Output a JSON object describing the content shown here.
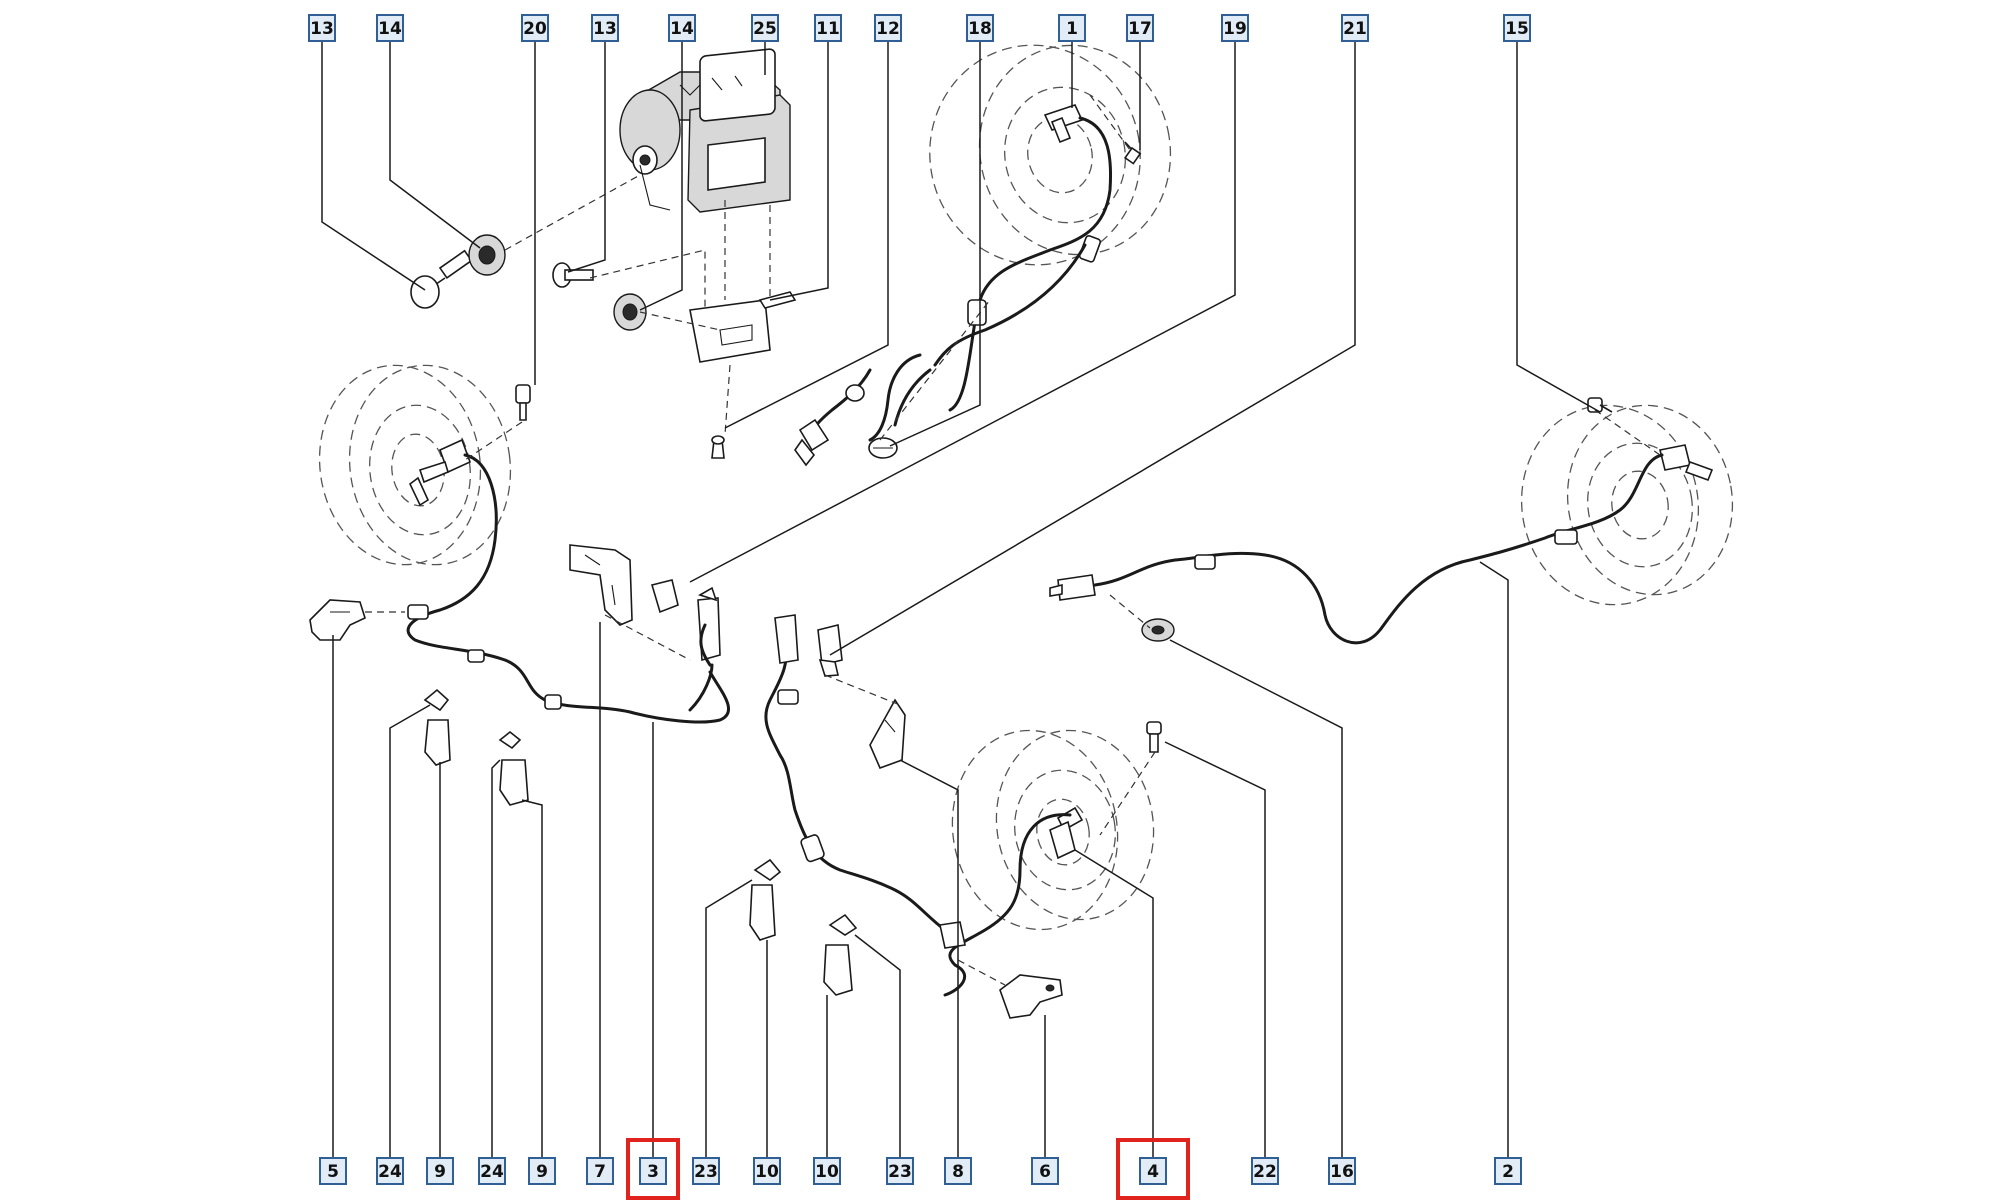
{
  "diagram": {
    "highlight_color": "#e0231d",
    "label_color": "#2f5f95",
    "top_labels": [
      "13",
      "14",
      "20",
      "13",
      "14",
      "25",
      "11",
      "12",
      "18",
      "1",
      "17",
      "19",
      "21",
      "15"
    ],
    "bottom_labels": [
      "5",
      "24",
      "9",
      "24",
      "9",
      "7",
      "3",
      "23",
      "10",
      "10",
      "23",
      "8",
      "6",
      "4",
      "22",
      "16",
      "2"
    ],
    "highlighted_labels": [
      "3",
      "4"
    ]
  }
}
